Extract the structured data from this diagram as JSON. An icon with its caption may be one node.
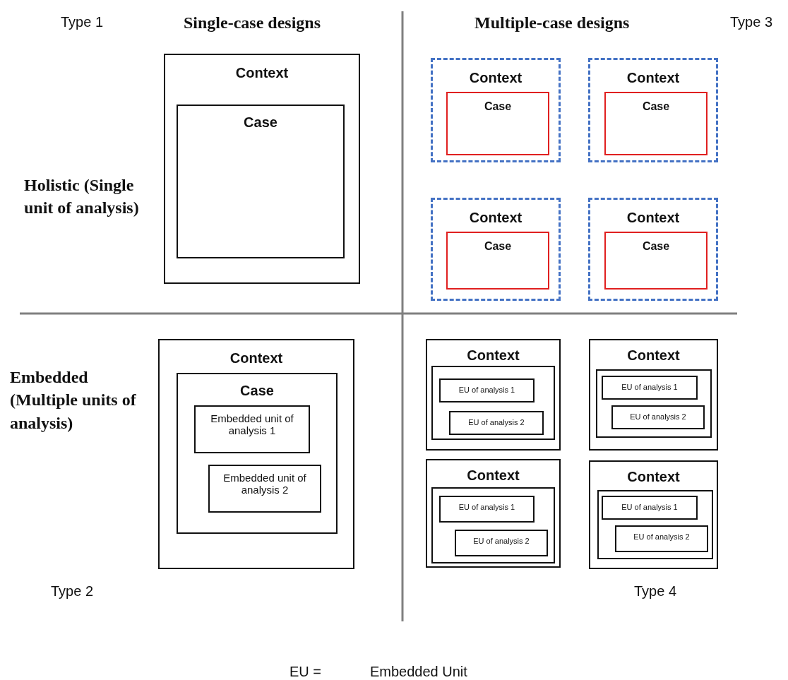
{
  "diagram": {
    "nodes": [
      {
        "text": [
          "Context"
        ]
      },
      {
        "text": [
          "Case"
        ],
        "in": 0
      },
      {
        "text": [
          "Context"
        ]
      },
      {
        "text": [
          "Case"
        ],
        "in": 2
      },
      {
        "text": [
          "Context"
        ]
      },
      {
        "text": [
          "Case"
        ],
        "in": 4
      },
      {
        "text": [
          "Context"
        ]
      },
      {
        "text": [
          "Case"
        ],
        "in": 6
      },
      {
        "text": [
          "Context"
        ]
      },
      {
        "text": [
          "Case"
        ],
        "in": 8
      },
      {
        "text": [
          "Context"
        ]
      },
      {
        "text": [
          "Case"
        ],
        "in": 10
      },
      {
        "text": [
          "Embedded unit of analysis 1"
        ],
        "in": 11
      },
      {
        "text": [
          "Embedded unit of analysis 2"
        ],
        "in": 11
      },
      {
        "text": [
          "Context"
        ]
      },
      {
        "text": [],
        "shape": "box",
        "in": 14
      },
      {
        "text": [
          "EU of analysis 1"
        ],
        "in": 15
      },
      {
        "text": [
          "EU of analysis 2"
        ],
        "in": 15
      },
      {
        "text": [
          "Context"
        ]
      },
      {
        "text": [],
        "shape": "box",
        "in": 18
      },
      {
        "text": [
          "EU of analysis 1"
        ],
        "in": 19
      },
      {
        "text": [
          "EU of analysis 2"
        ],
        "in": 19
      },
      {
        "text": [
          "Context"
        ]
      },
      {
        "text": [],
        "shape": "box",
        "in": 22
      },
      {
        "text": [
          "EU of analysis 1"
        ],
        "in": 23
      },
      {
        "text": [
          "EU of analysis 2"
        ],
        "in": 23
      },
      {
        "text": [
          "Context"
        ]
      },
      {
        "text": [],
        "shape": "box",
        "in": 26
      },
      {
        "text": [
          "EU of analysis 1"
        ],
        "in": 27
      },
      {
        "text": [
          "EU of analysis 2"
        ],
        "in": 27
      }
    ],
    "edges": [],
    "labels": [
      "Type 1",
      "Single-case designs",
      "Multiple-case designs",
      "Type 3",
      "Holistic (Single unit of analysis)",
      "Embedded (Multiple units of analysis)",
      "Type 2",
      "Type 4",
      "EU =",
      "Embedded Unit"
    ]
  }
}
